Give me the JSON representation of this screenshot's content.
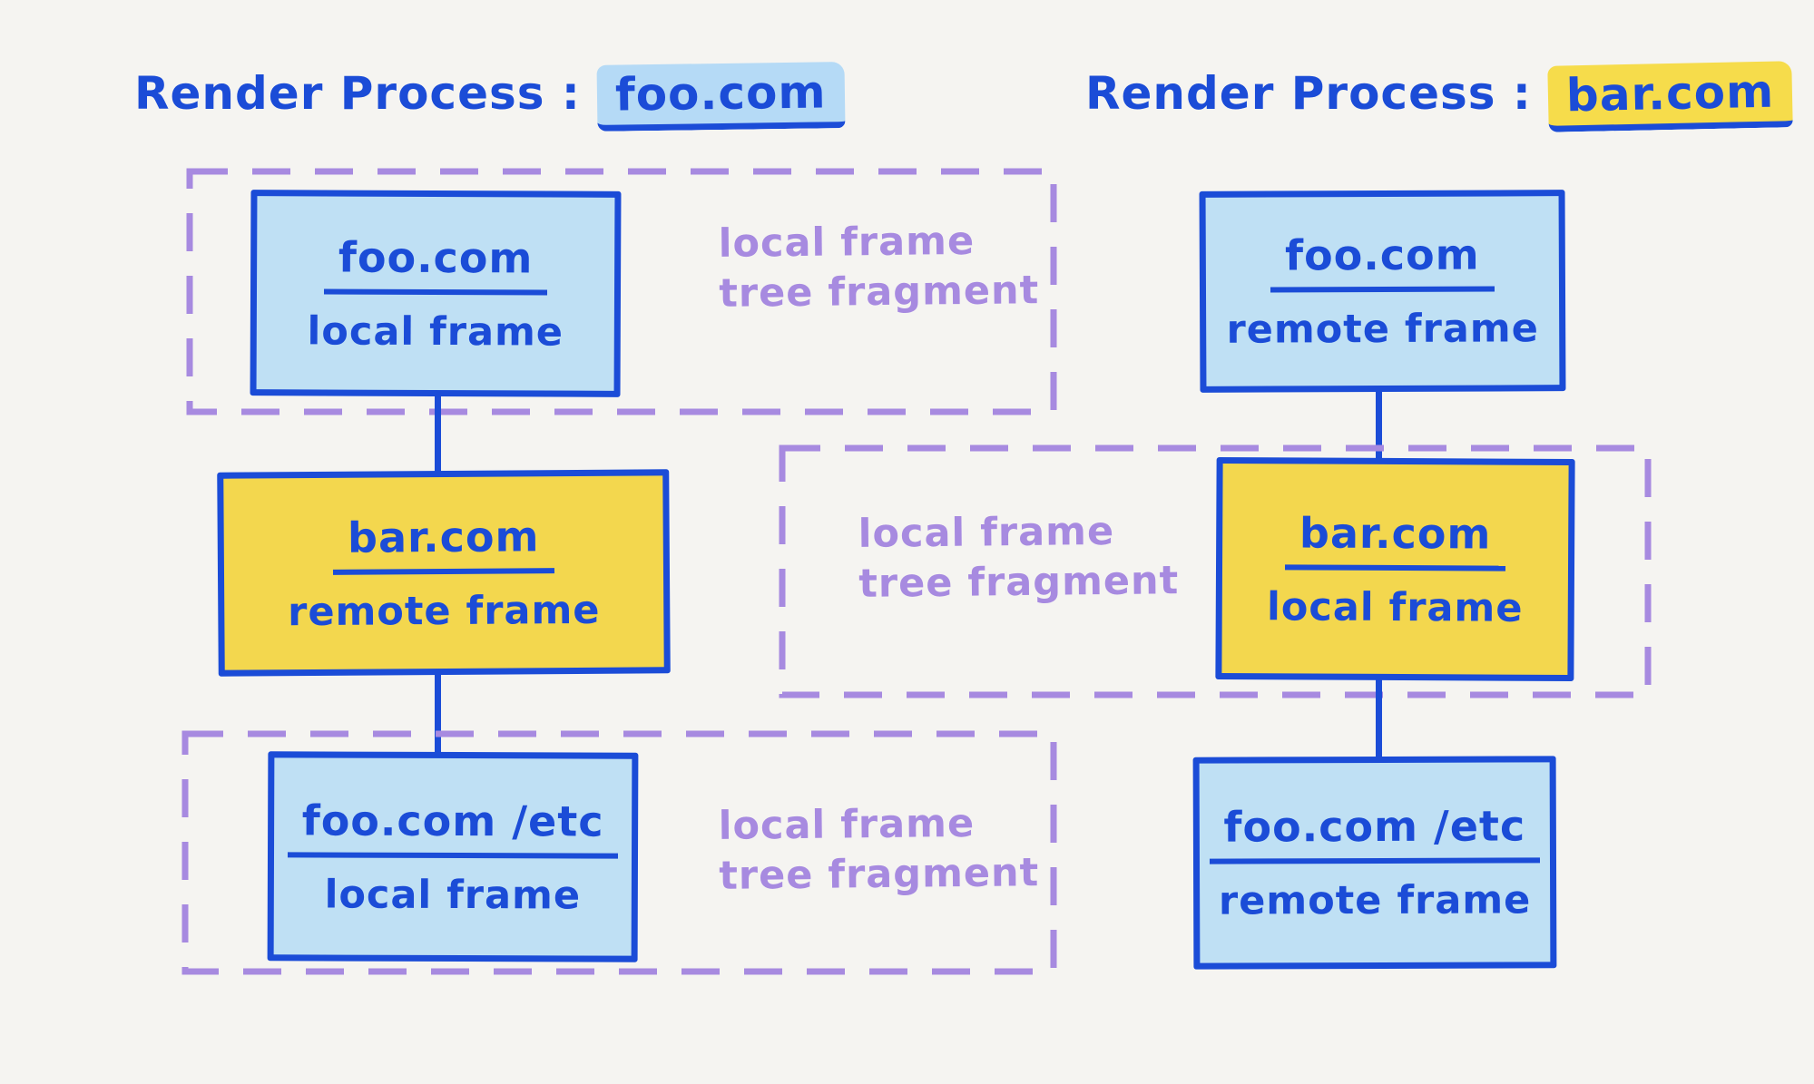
{
  "colors": {
    "background": "#f5f4f1",
    "ink_blue": "#1b4cd7",
    "node_fill_blue": "#bfe0f4",
    "node_fill_yellow": "#f3d74e",
    "title_highlight_blue": "#b5daf6",
    "title_highlight_yellow": "#f6dc4b",
    "fragment_purple": "#a78ae0"
  },
  "left": {
    "title_prefix": "Render Process :",
    "title_domain": "foo.com",
    "nodes": [
      {
        "domain": "foo.com",
        "kind": "local frame"
      },
      {
        "domain": "bar.com",
        "kind": "remote frame"
      },
      {
        "domain": "foo.com /etc",
        "kind": "local frame"
      }
    ],
    "fragments": [
      {
        "line1": "local frame",
        "line2": "tree fragment"
      },
      {
        "line1": "local frame",
        "line2": "tree fragment"
      }
    ]
  },
  "right": {
    "title_prefix": "Render Process :",
    "title_domain": "bar.com",
    "nodes": [
      {
        "domain": "foo.com",
        "kind": "remote frame"
      },
      {
        "domain": "bar.com",
        "kind": "local frame"
      },
      {
        "domain": "foo.com /etc",
        "kind": "remote frame"
      }
    ],
    "fragments": [
      {
        "line1": "local frame",
        "line2": "tree fragment"
      }
    ]
  }
}
